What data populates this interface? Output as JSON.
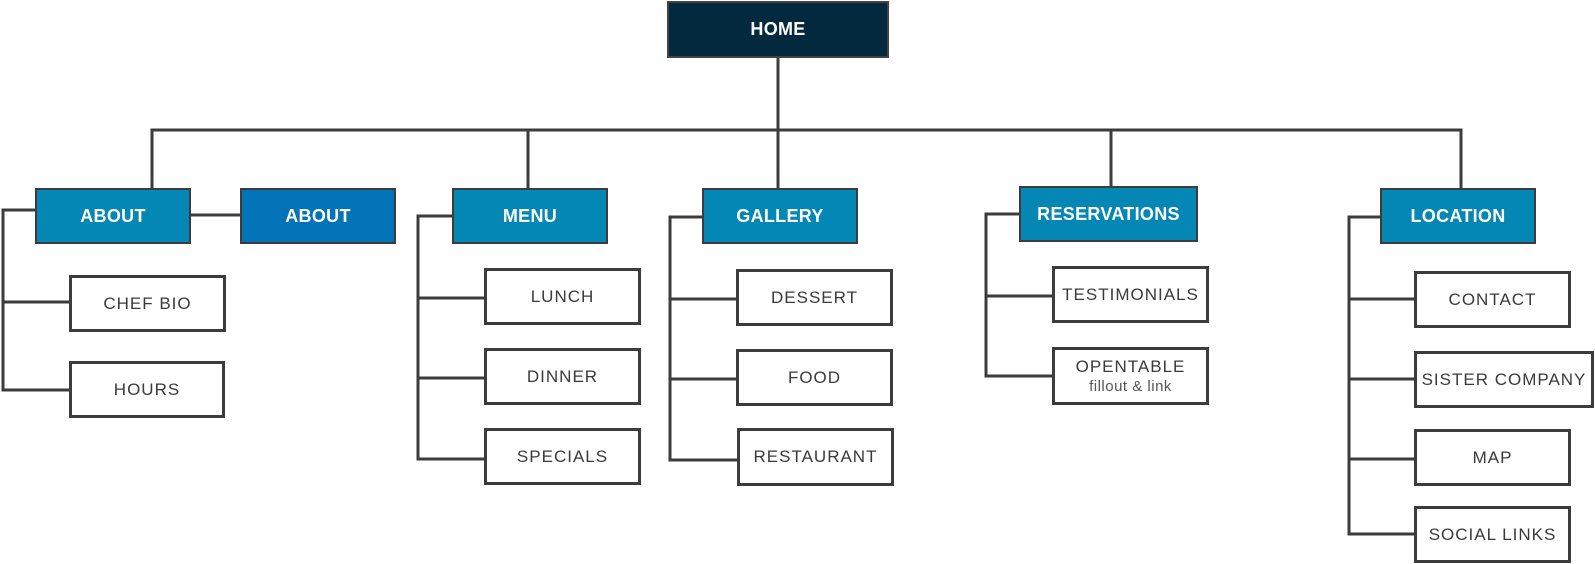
{
  "colors": {
    "root_fill": "#02293d",
    "section_fill": "#0487b5",
    "section_alt_fill": "#0373b7",
    "connector": "#3c3c3c"
  },
  "root": {
    "label": "HOME"
  },
  "sections": {
    "about": {
      "label": "ABOUT",
      "children": [
        "CHEF BIO",
        "HOURS"
      ]
    },
    "about_secondary": {
      "label": "ABOUT"
    },
    "menu": {
      "label": "MENU",
      "children": [
        "LUNCH",
        "DINNER",
        "SPECIALS"
      ]
    },
    "gallery": {
      "label": "GALLERY",
      "children": [
        "DESSERT",
        "FOOD",
        "RESTAURANT"
      ]
    },
    "reservations": {
      "label": "RESERVATIONS",
      "children": [
        "TESTIMONIALS",
        "OPENTABLE"
      ],
      "opentable_note": "fillout & link"
    },
    "location": {
      "label": "LOCATION",
      "children": [
        "CONTACT",
        "SISTER COMPANY",
        "MAP",
        "SOCIAL LINKS"
      ]
    }
  }
}
